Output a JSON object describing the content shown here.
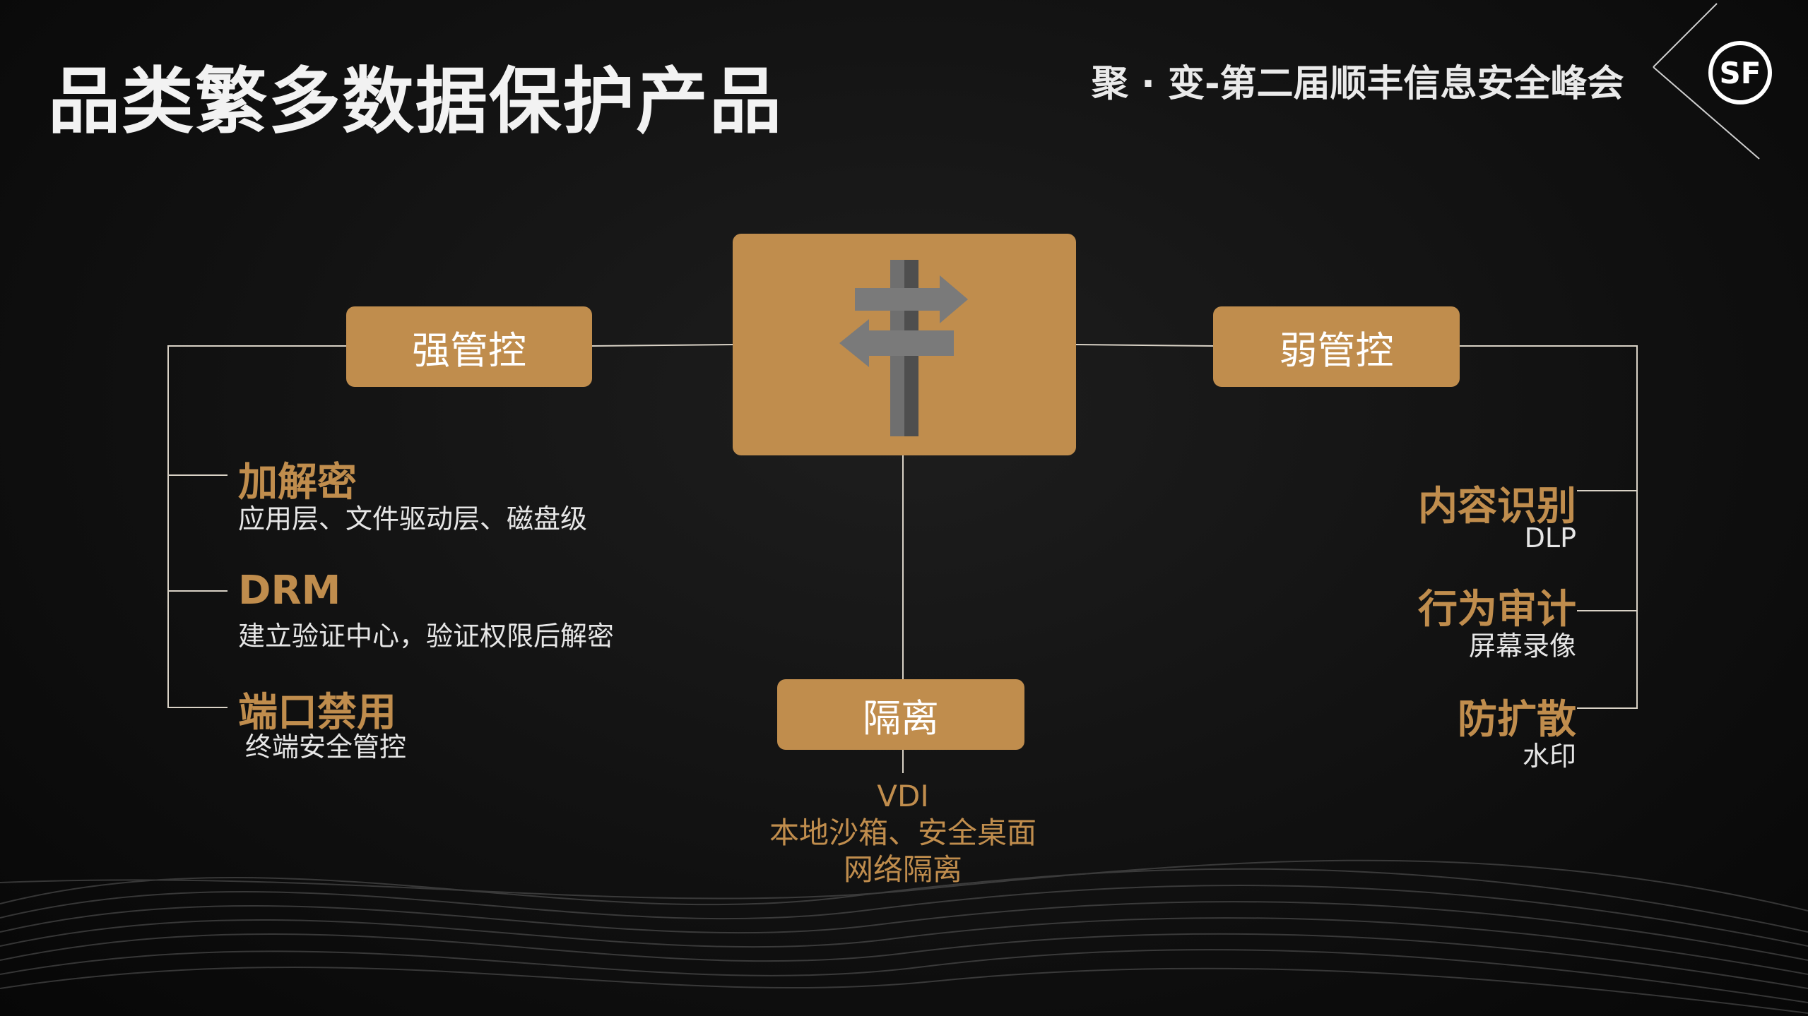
{
  "header": {
    "title": "品类繁多数据保护产品",
    "event": "聚 · 变-第二届顺丰信息安全峰会",
    "logo_text": "SF"
  },
  "center": {
    "icon": "signpost-icon"
  },
  "strong": {
    "label": "强管控",
    "items": [
      {
        "title": "加解密",
        "desc": "应用层、文件驱动层、磁盘级"
      },
      {
        "title": "DRM",
        "desc": "建立验证中心，验证权限后解密"
      },
      {
        "title": "端口禁用",
        "desc": "终端安全管控"
      }
    ]
  },
  "weak": {
    "label": "弱管控",
    "items": [
      {
        "title": "内容识别",
        "desc": "DLP"
      },
      {
        "title": "行为审计",
        "desc": "屏幕录像"
      },
      {
        "title": "防扩散",
        "desc": "水印"
      }
    ]
  },
  "isolation": {
    "label": "隔离",
    "lines": [
      "VDI",
      "本地沙箱、安全桌面",
      "网络隔离"
    ]
  },
  "colors": {
    "accent": "#c08d4d",
    "background": "#111111",
    "line": "#d9d2c6"
  }
}
